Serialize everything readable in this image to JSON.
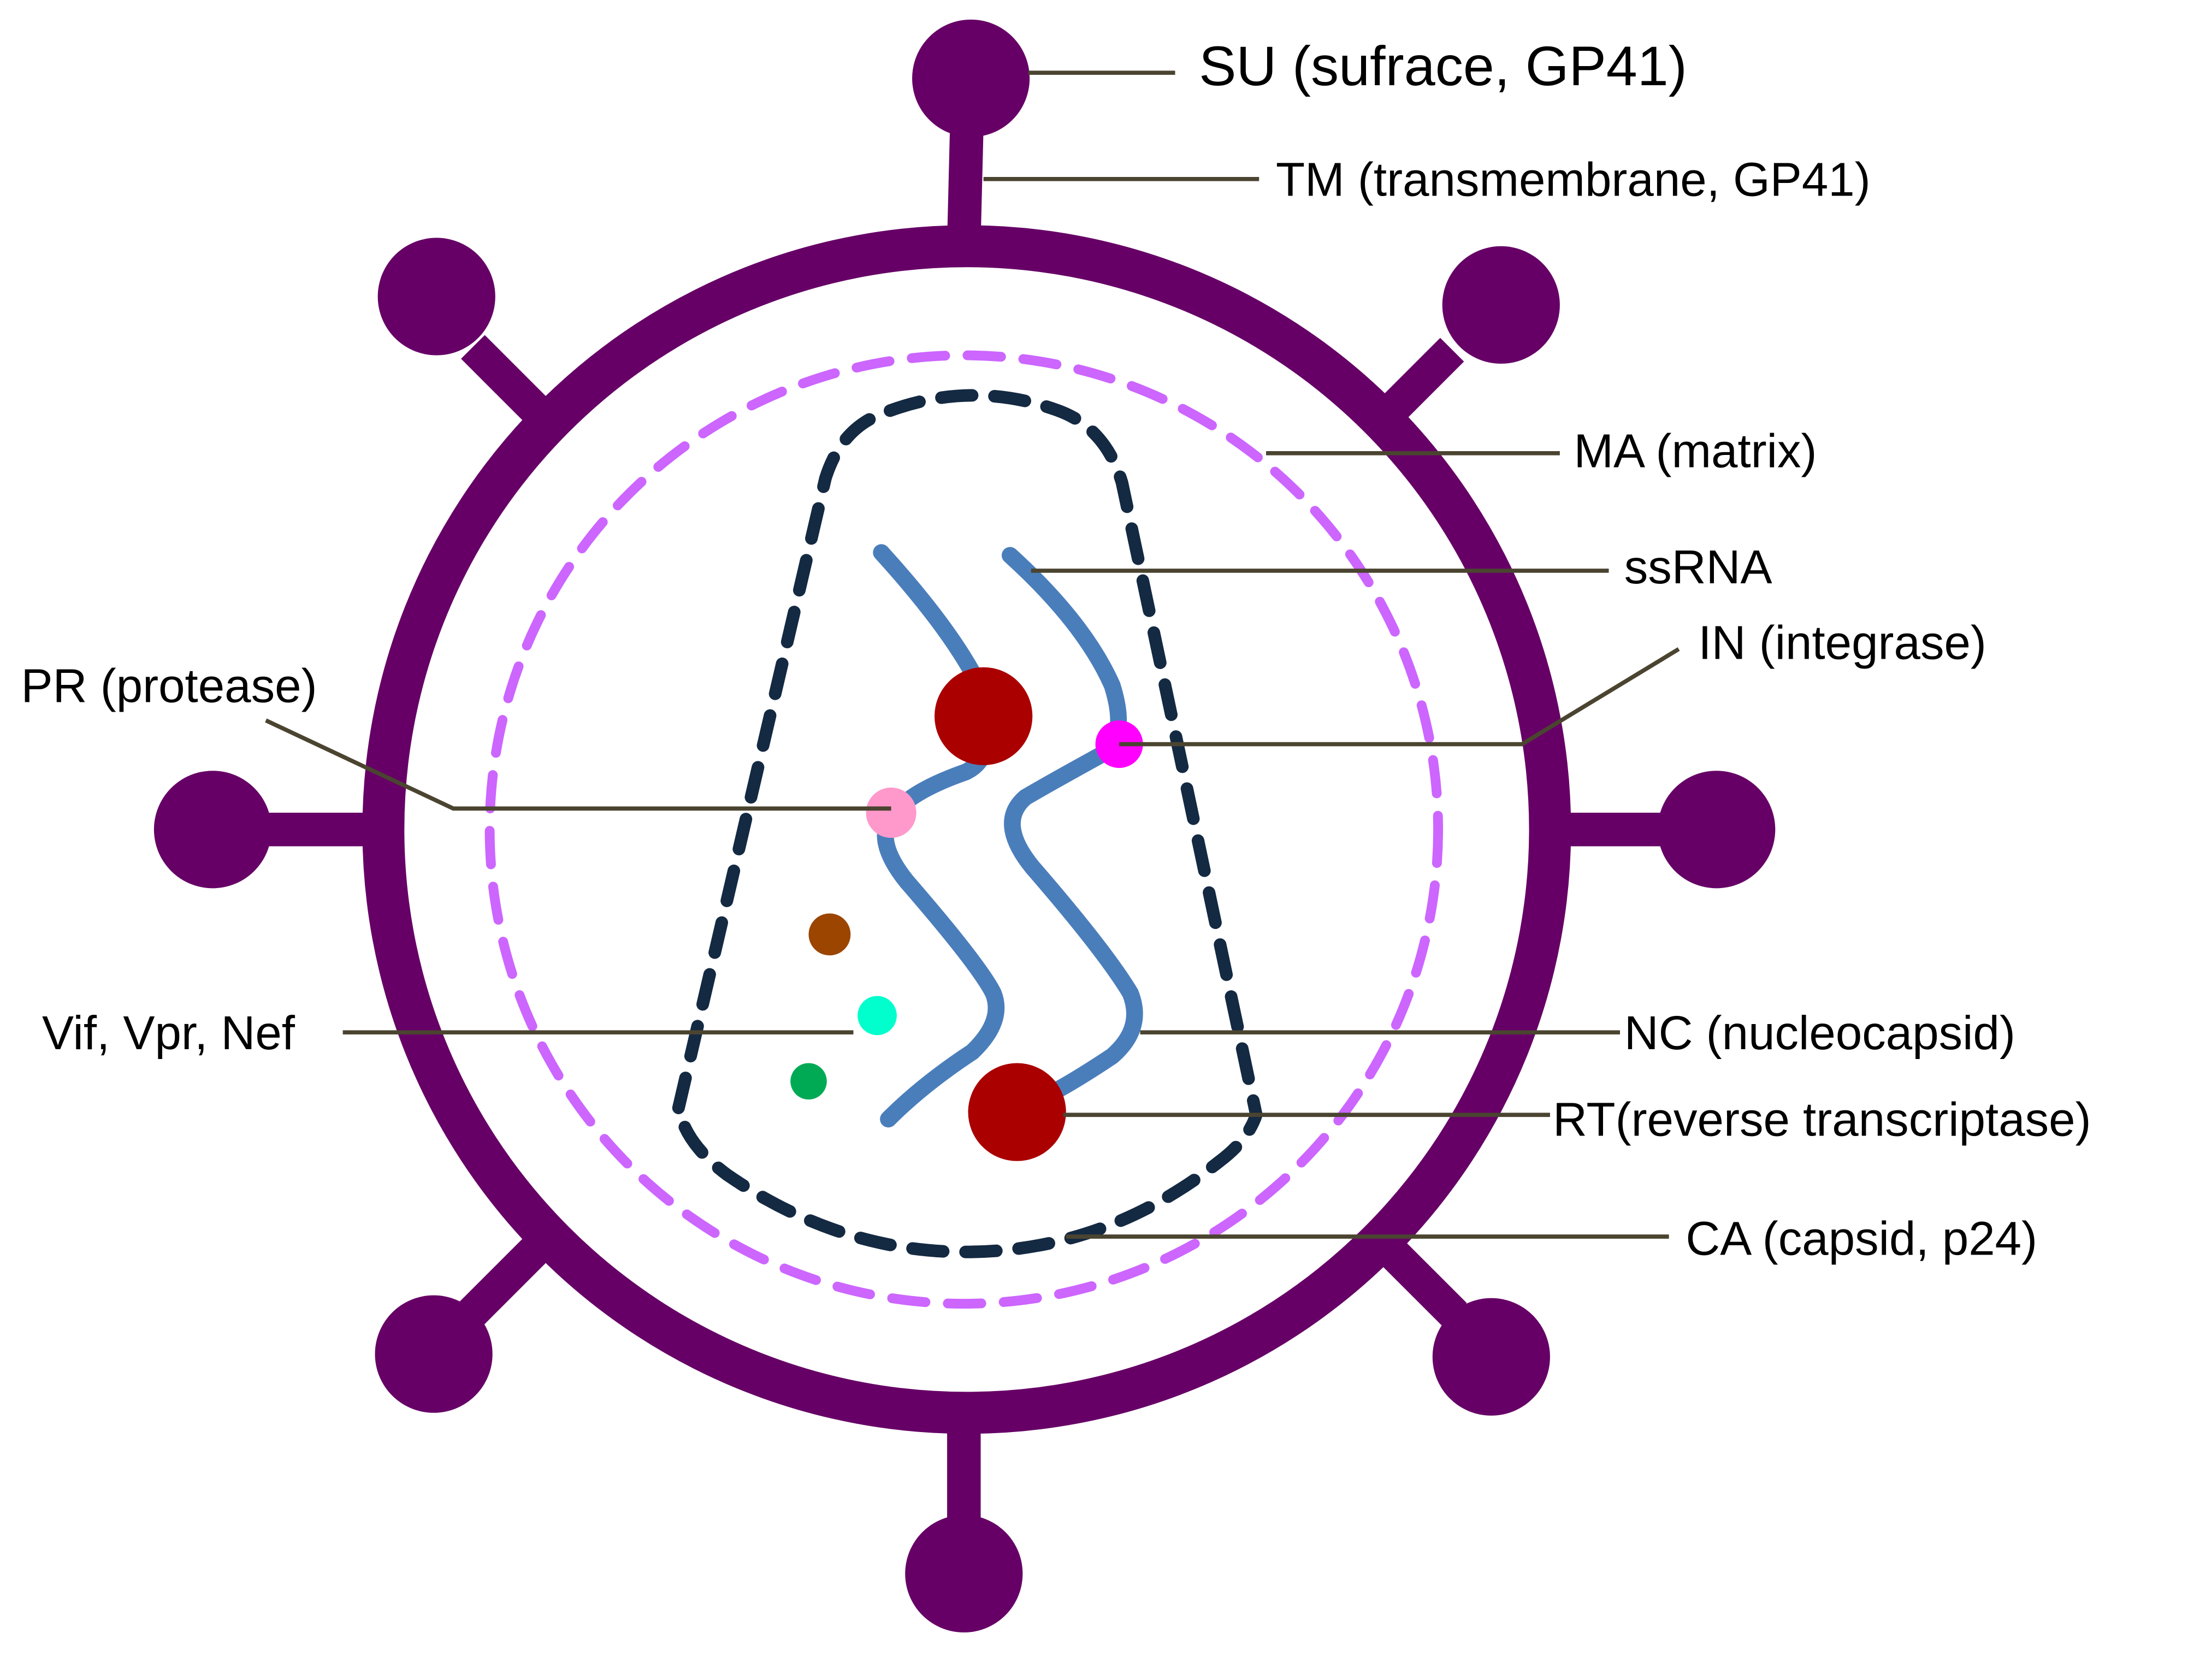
{
  "colors": {
    "envelope": "#660066",
    "matrix": "#CC66FF",
    "capsid": "#142942",
    "rna": "#4A7EBB",
    "rt": "#AA0000",
    "protease": "#FF99CC",
    "integrase": "#FF00FF",
    "accessory_brown": "#9B4500",
    "accessory_cyan": "#00FFCC",
    "accessory_green": "#00AA55",
    "leader": "#4A4430",
    "text": "#000000"
  },
  "labels": {
    "su": "SU (sufrace, GP41)",
    "tm": "TM (transmembrane, GP41)",
    "ma": "MA (matrix)",
    "ssrna": "ssRNA",
    "in": "IN (integrase)",
    "pr": "PR (protease)",
    "vif": "Vif, Vpr, Nef",
    "nc": "NC (nucleocapsid)",
    "rt": "RT(reverse transcriptase)",
    "ca": "CA (capsid, p24)"
  }
}
